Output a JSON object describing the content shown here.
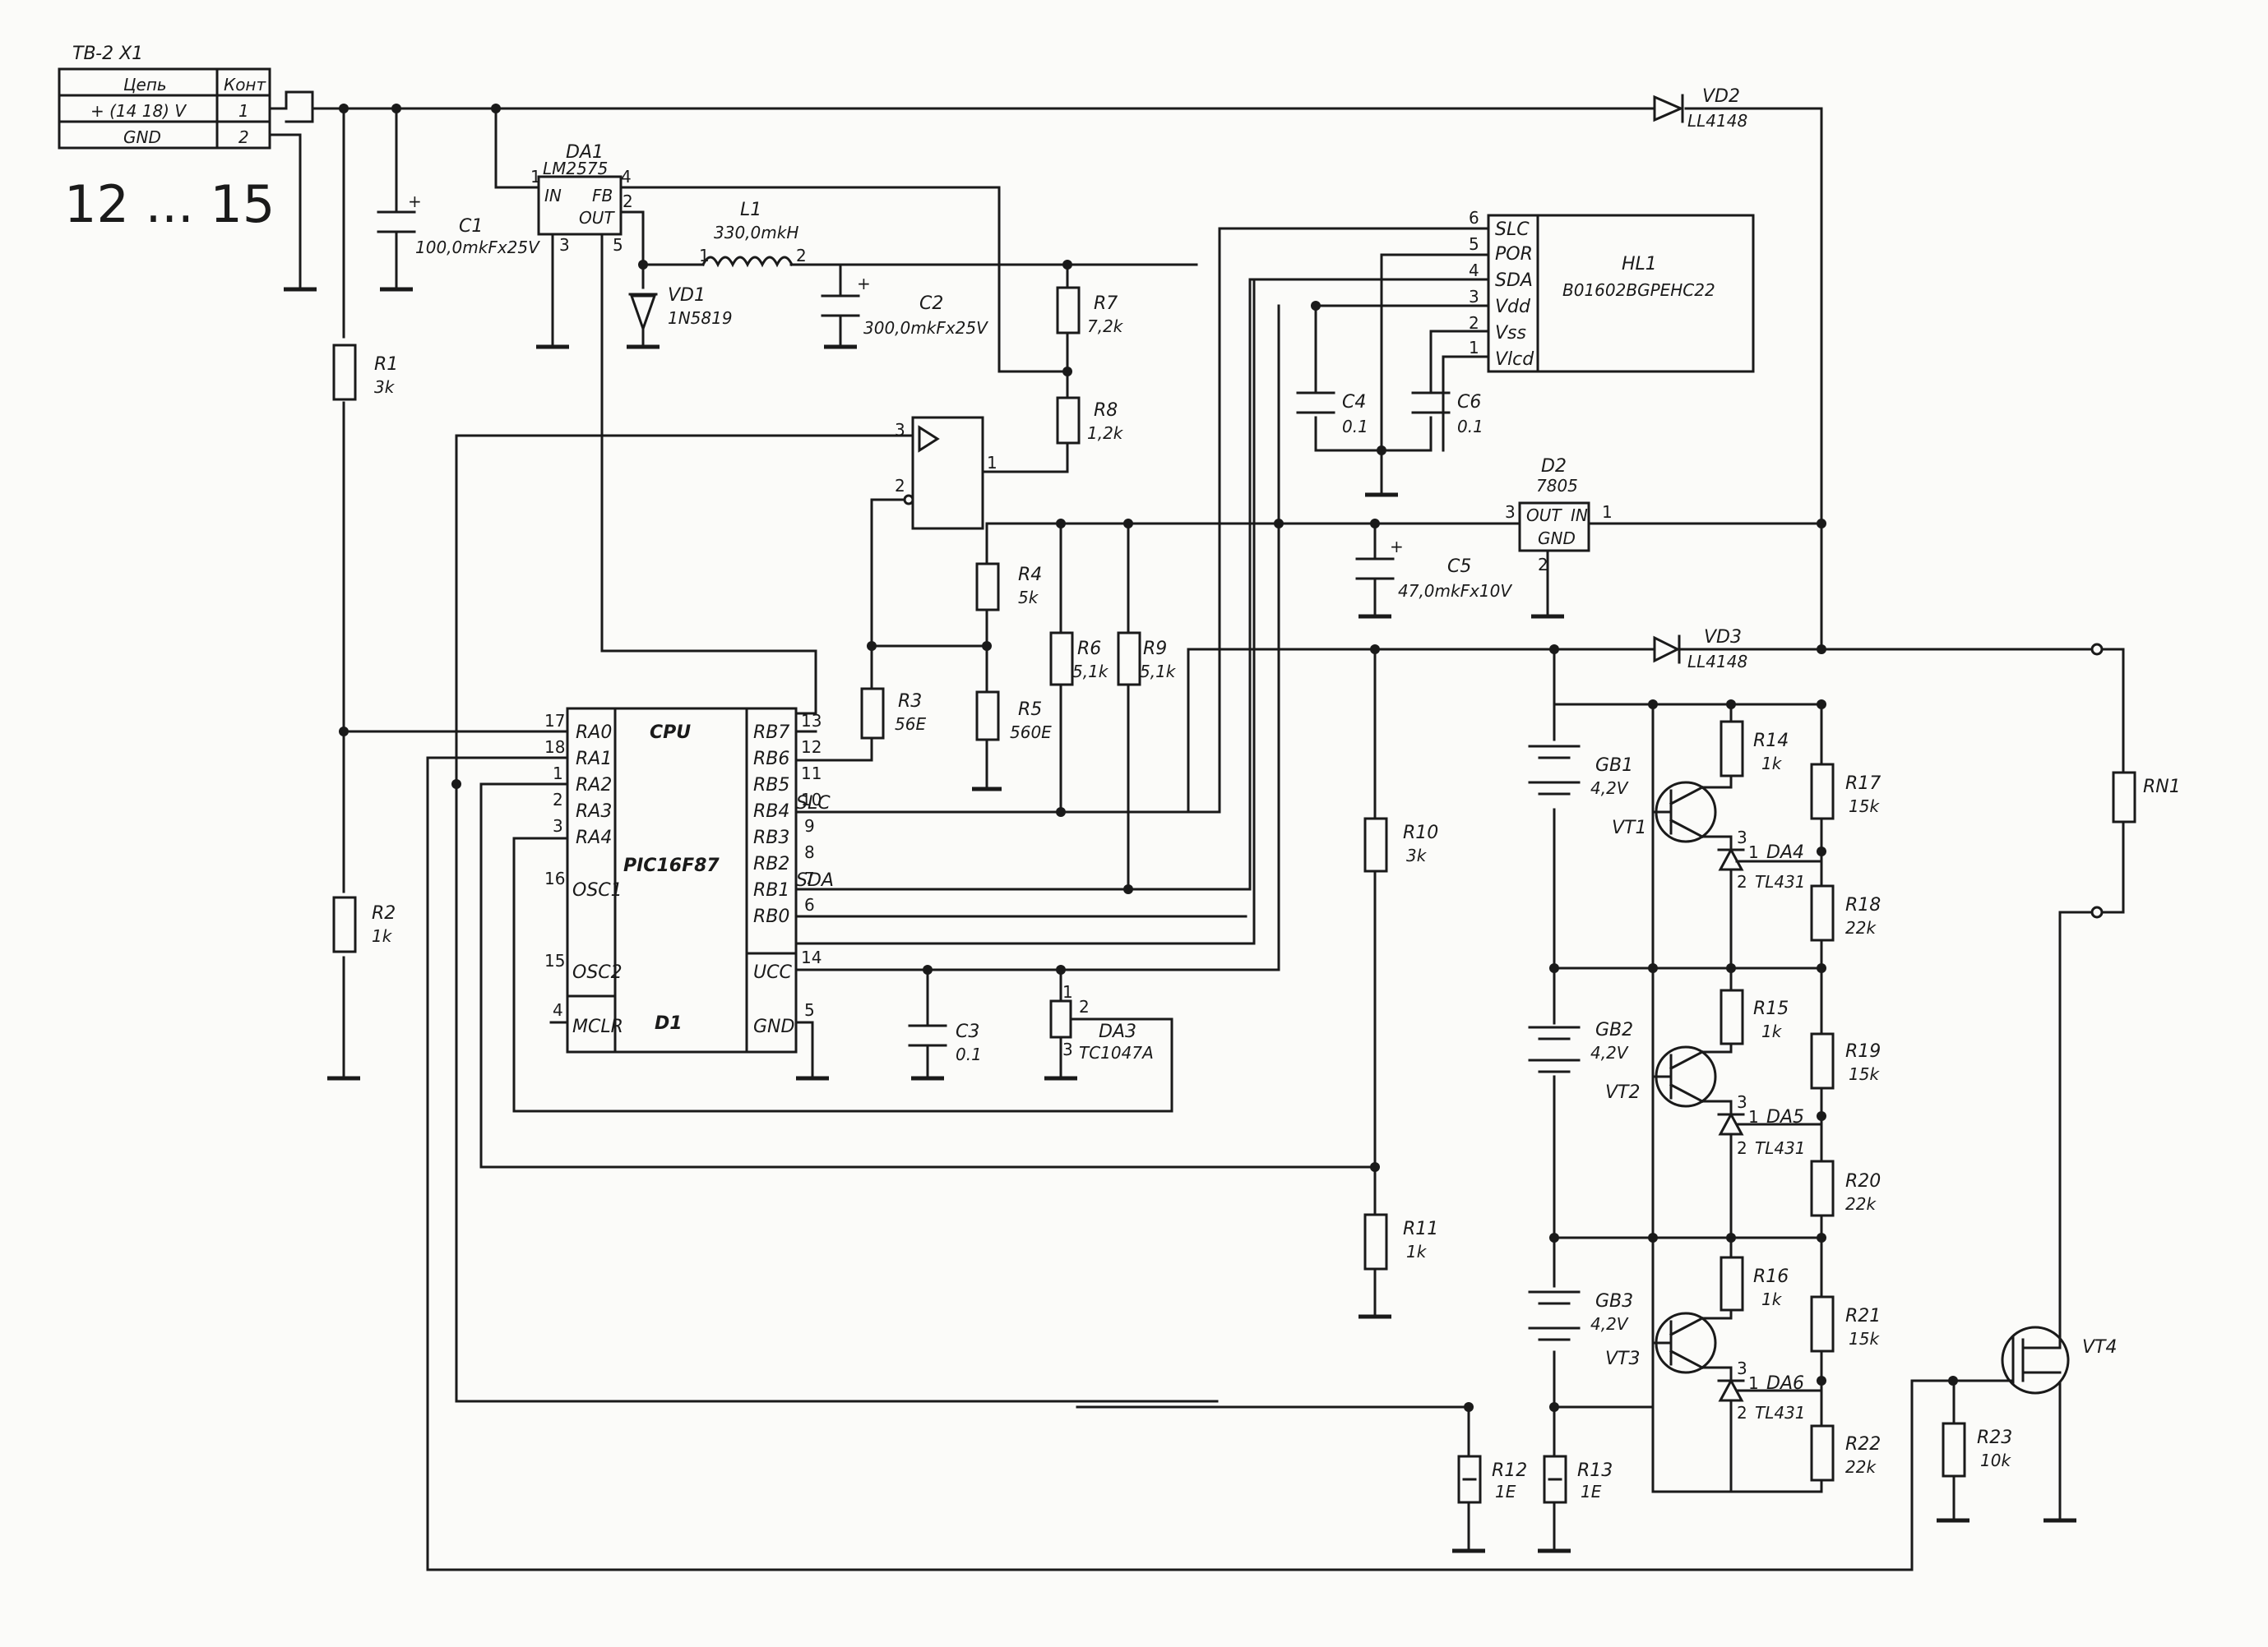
{
  "connector": {
    "ref": "TB-2  X1",
    "col_circuit": "Цепь",
    "col_contact": "Конт",
    "row1_circuit": "+ (14    18) V",
    "row1_contact": "1",
    "row2_circuit": "GND",
    "row2_contact": "2"
  },
  "handwriting": "12 ... 15",
  "components": {
    "C1": {
      "ref": "C1",
      "value": "100,0mkFx25V"
    },
    "C2": {
      "ref": "C2",
      "value": "300,0mkFx25V"
    },
    "C3": {
      "ref": "C3",
      "value": "0.1"
    },
    "C4": {
      "ref": "C4",
      "value": "0.1"
    },
    "C5": {
      "ref": "C5",
      "value": "47,0mkFx10V"
    },
    "C6": {
      "ref": "C6",
      "value": "0.1"
    },
    "L1": {
      "ref": "L1",
      "value": "330,0mkH"
    },
    "VD1": {
      "ref": "VD1",
      "value": "1N5819"
    },
    "VD2": {
      "ref": "VD2",
      "value": "LL4148"
    },
    "VD3": {
      "ref": "VD3",
      "value": "LL4148"
    },
    "R1": {
      "ref": "R1",
      "value": "3k"
    },
    "R2": {
      "ref": "R2",
      "value": "1k"
    },
    "R3": {
      "ref": "R3",
      "value": "56E"
    },
    "R4": {
      "ref": "R4",
      "value": "5k"
    },
    "R5": {
      "ref": "R5",
      "value": "560E"
    },
    "R6": {
      "ref": "R6",
      "value": "5,1k"
    },
    "R7": {
      "ref": "R7",
      "value": "7,2k"
    },
    "R8": {
      "ref": "R8",
      "value": "1,2k"
    },
    "R9": {
      "ref": "R9",
      "value": "5,1k"
    },
    "R10": {
      "ref": "R10",
      "value": "3k"
    },
    "R11": {
      "ref": "R11",
      "value": "1k"
    },
    "R12": {
      "ref": "R12",
      "value": "1E"
    },
    "R13": {
      "ref": "R13",
      "value": "1E"
    },
    "R14": {
      "ref": "R14",
      "value": "1k"
    },
    "R15": {
      "ref": "R15",
      "value": "1k"
    },
    "R16": {
      "ref": "R16",
      "value": "1k"
    },
    "R17": {
      "ref": "R17",
      "value": "15k"
    },
    "R18": {
      "ref": "R18",
      "value": "22k"
    },
    "R19": {
      "ref": "R19",
      "value": "15k"
    },
    "R20": {
      "ref": "R20",
      "value": "22k"
    },
    "R21": {
      "ref": "R21",
      "value": "15k"
    },
    "R22": {
      "ref": "R22",
      "value": "22k"
    },
    "R23": {
      "ref": "R23",
      "value": "10k"
    },
    "RN1": {
      "ref": "RN1"
    },
    "GB1": {
      "ref": "GB1",
      "value": "4,2V"
    },
    "GB2": {
      "ref": "GB2",
      "value": "4,2V"
    },
    "GB3": {
      "ref": "GB3",
      "value": "4,2V"
    },
    "VT1": {
      "ref": "VT1"
    },
    "VT2": {
      "ref": "VT2"
    },
    "VT3": {
      "ref": "VT3"
    },
    "VT4": {
      "ref": "VT4"
    },
    "DA4": {
      "ref": "DA4",
      "value": "TL431"
    },
    "DA5": {
      "ref": "DA5",
      "value": "TL431"
    },
    "DA6": {
      "ref": "DA6",
      "value": "TL431"
    },
    "DA1": {
      "ref": "DA1",
      "value": "LM2575",
      "pins": {
        "in": "IN",
        "fb": "FB",
        "out": "OUT"
      }
    },
    "DA3": {
      "ref": "DA3",
      "value": "TC1047A"
    },
    "D2": {
      "ref": "D2",
      "value": "7805",
      "pins": {
        "out": "OUT",
        "in": "IN",
        "gnd": "GND"
      }
    },
    "HL1": {
      "ref": "HL1",
      "value": "B01602BGPEHC22",
      "pins": [
        "SLC",
        "POR",
        "SDA",
        "Vdd",
        "Vss",
        "Vlcd"
      ]
    },
    "D1": {
      "title": "CPU",
      "chip": "PIC16F87",
      "ref": "D1",
      "left_pins": [
        "RA0",
        "RA1",
        "RA2",
        "RA3",
        "RA4",
        "OSC1",
        "OSC2",
        "MCLR"
      ],
      "right_pins": [
        "RB7",
        "RB6",
        "RB5",
        "RB4",
        "RB3",
        "RB2",
        "RB1",
        "RB0",
        "UCC",
        "GND"
      ]
    }
  },
  "nets": {
    "slc": "SLC",
    "sda": "SDA"
  }
}
